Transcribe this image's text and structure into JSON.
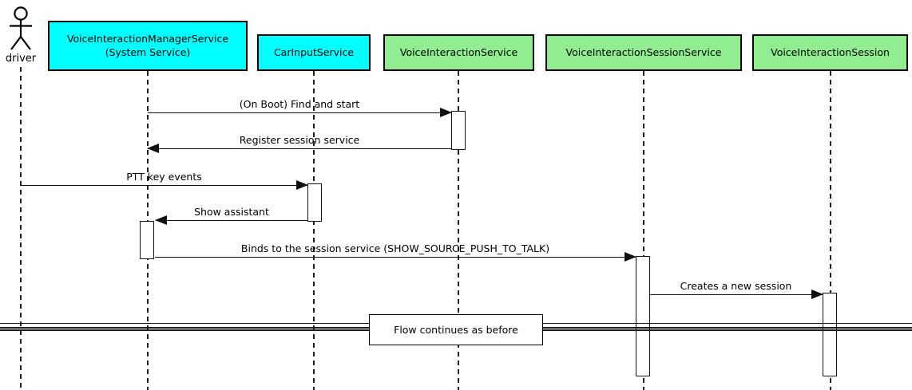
{
  "diagram": {
    "type": "uml-sequence-diagram",
    "background_color": "#ffffff",
    "line_color": "#101010",
    "colors": {
      "system_participant_fill": "#00ffff",
      "service_participant_fill": "#90ee90"
    }
  },
  "actor": {
    "name": "driver"
  },
  "participants": [
    {
      "label": "VoiceInteractionManagerService",
      "sublabel": "(System Service)",
      "fill": "#00ffff"
    },
    {
      "label": "CarInputService",
      "sublabel": "",
      "fill": "#00ffff"
    },
    {
      "label": "VoiceInteractionService",
      "sublabel": "",
      "fill": "#90ee90"
    },
    {
      "label": "VoiceInteractionSessionService",
      "sublabel": "",
      "fill": "#90ee90"
    },
    {
      "label": "VoiceInteractionSession",
      "sublabel": "",
      "fill": "#90ee90"
    }
  ],
  "messages": [
    {
      "text": "(On Boot) Find and start",
      "from": "VoiceInteractionManagerService",
      "to": "VoiceInteractionService",
      "direction": "right"
    },
    {
      "text": "Register session service",
      "from": "VoiceInteractionService",
      "to": "VoiceInteractionManagerService",
      "direction": "left"
    },
    {
      "text": "PTT key events",
      "from": "driver",
      "to": "CarInputService",
      "direction": "right"
    },
    {
      "text": "Show assistant",
      "from": "CarInputService",
      "to": "VoiceInteractionManagerService",
      "direction": "left"
    },
    {
      "text": "Binds to the session service (SHOW_SOURCE_PUSH_TO_TALK)",
      "from": "VoiceInteractionManagerService",
      "to": "VoiceInteractionSessionService",
      "direction": "right"
    },
    {
      "text": "Creates a new session",
      "from": "VoiceInteractionSessionService",
      "to": "VoiceInteractionSession",
      "direction": "right"
    }
  ],
  "divider": {
    "label": "Flow continues as before"
  }
}
